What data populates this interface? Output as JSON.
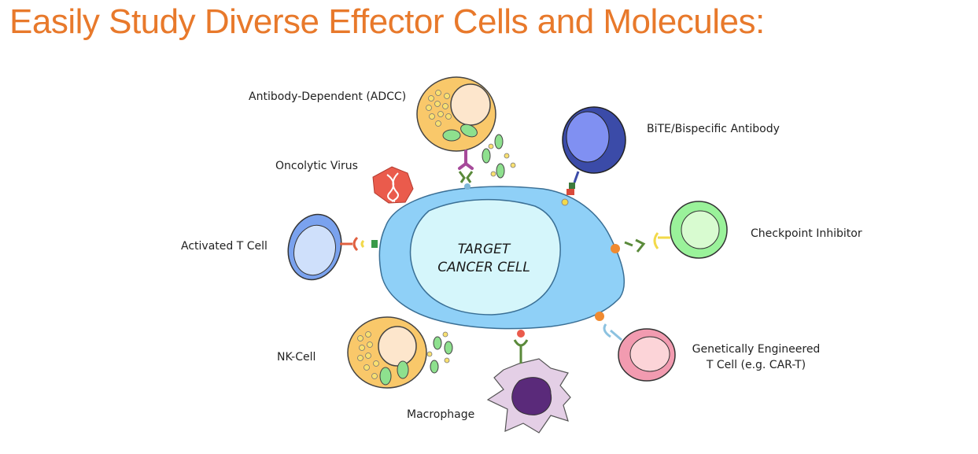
{
  "title": "Easily Study Diverse Effector Cells and Molecules:",
  "center": {
    "line1": "TARGET",
    "line2": "CANCER CELL"
  },
  "labels": {
    "adcc": "Antibody-Dependent (ADCC)",
    "bite": "BiTE/Bispecific Antibody",
    "virus": "Oncolytic Virus",
    "tcell": "Activated T Cell",
    "checkpoint": "Checkpoint Inhibitor",
    "cart_line1": "Genetically Engineered",
    "cart_line2": "T Cell (e.g. CAR-T)",
    "nk": "NK-Cell",
    "macrophage": "Macrophage"
  },
  "colors": {
    "title": "#e8792b",
    "cancer_outer": "#8fd0f7",
    "cancer_inner": "#d5f6fb",
    "nk_cell": "#f9c86a",
    "bite_cell": "#3b4ba8",
    "tcell": "#7aa2ee",
    "checkpoint_cell": "#9af29a",
    "cart_cell": "#f29bb0",
    "macrophage": "#e4cfe6",
    "virus": "#ea5b4c"
  }
}
